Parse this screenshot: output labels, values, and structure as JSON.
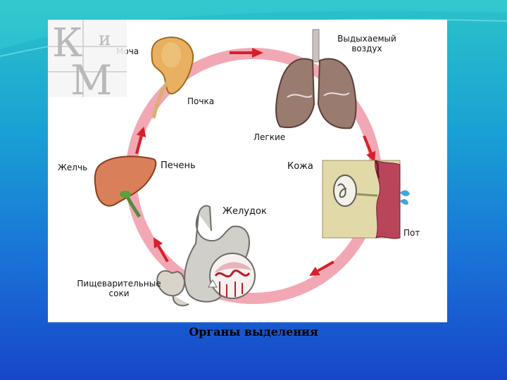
{
  "diagram": {
    "labels": {
      "urine": "Моча",
      "kidney": "Почка",
      "exhaled_air_line1": "Выдыхаемый",
      "exhaled_air_line2": "воздух",
      "lungs": "Легкие",
      "skin": "Кожа",
      "sweat": "Пот",
      "bile": "Желчь",
      "liver": "Печень",
      "stomach": "Желудок",
      "digestive_juices_line1": "Пищеварительные",
      "digestive_juices_line2": "соки"
    },
    "logo_letters": {
      "k": "К",
      "i": "и",
      "m": "М"
    },
    "colors": {
      "ring": "#f2a8b4",
      "arrow": "#d6202a",
      "kidney": "#e8b060",
      "liver": "#d9805a",
      "lungs": "#9a7b70"
    }
  },
  "caption": "Органы выделения"
}
